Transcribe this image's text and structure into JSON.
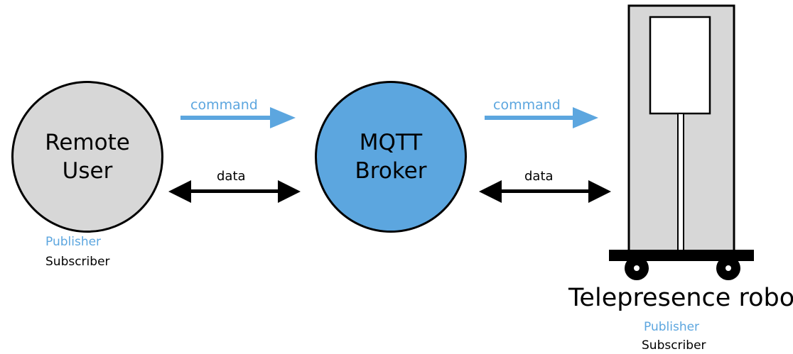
{
  "nodes": {
    "remote_user": {
      "label": "Remote\nUser"
    },
    "broker": {
      "label": "MQTT\nBroker"
    }
  },
  "links": {
    "left_command": "command",
    "left_data": "data",
    "right_command": "command",
    "right_data": "data"
  },
  "roles": {
    "remote_user": {
      "publisher": "Publisher",
      "subscriber": "Subscriber"
    },
    "robot": {
      "title": "Telepresence robot",
      "publisher": "Publisher",
      "subscriber": "Subscriber"
    }
  },
  "colors": {
    "accent_blue": "#5ca6df",
    "node_gray": "#d7d7d7",
    "robot_body": "#d7d7d7"
  }
}
